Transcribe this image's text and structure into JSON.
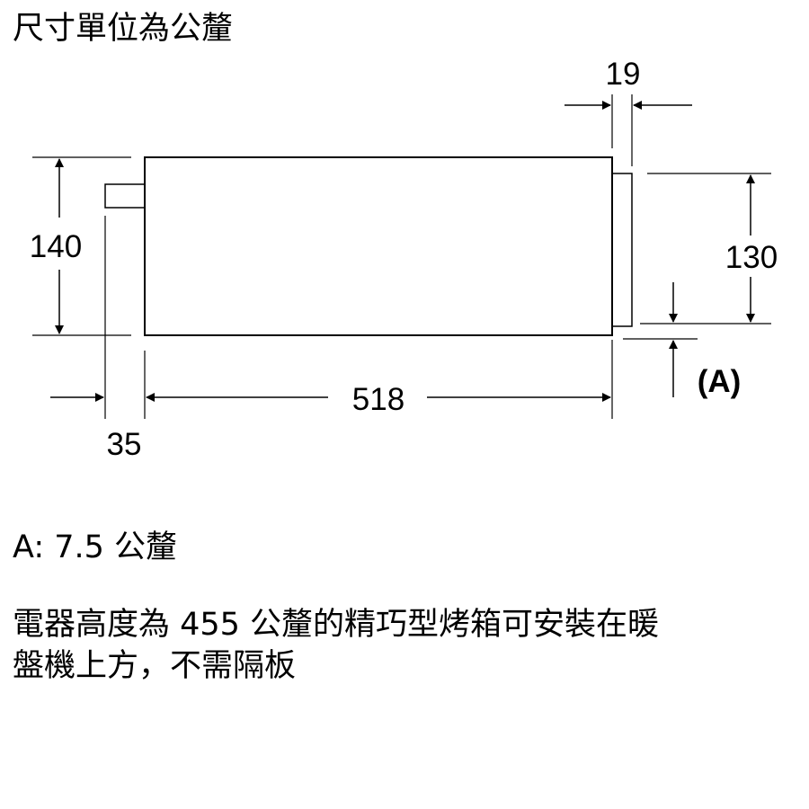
{
  "heading": "尺寸單位為公釐",
  "dimensions": {
    "height": "140",
    "width": "518",
    "depth_offset": "35",
    "front_thickness": "19",
    "front_height": "130",
    "gap_label": "(A)"
  },
  "notes": {
    "a_value": "A: 7.5 公釐",
    "installation_line1": "電器高度為 455 公釐的精巧型烤箱可安裝在暖",
    "installation_line2": "盤機上方，不需隔板"
  }
}
